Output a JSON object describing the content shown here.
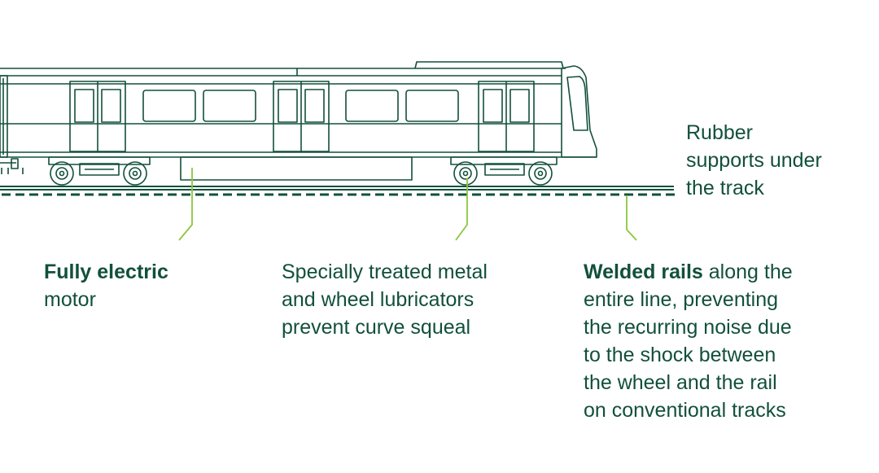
{
  "colors": {
    "outline": "#12503a",
    "leader": "#8cc63f",
    "text": "#12503a",
    "background": "#ffffff"
  },
  "callouts": {
    "rubber_supports": {
      "lines": [
        "Rubber",
        "supports under",
        "the track"
      ]
    },
    "electric_motor": {
      "bold": "Fully electric",
      "line2": "motor"
    },
    "treated_metal": {
      "lines": [
        "Specially treated metal",
        "and wheel lubricators",
        "prevent curve squeal"
      ]
    },
    "welded_rails": {
      "bold": "Welded rails",
      "line1_rest": " along the",
      "lines": [
        "entire line, preventing",
        "the recurring noise due",
        "to the shock between",
        "the wheel and the rail",
        "on conventional tracks"
      ]
    }
  }
}
